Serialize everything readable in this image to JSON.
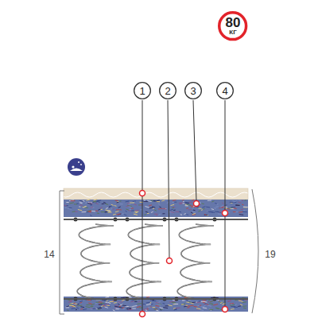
{
  "diagram": {
    "nodes": [
      {
        "text": [
          "80",
          "КГ"
        ]
      },
      {
        "text": [
          "1"
        ]
      },
      {
        "text": [
          "2"
        ]
      },
      {
        "text": [
          "3"
        ]
      },
      {
        "text": [
          "4"
        ]
      }
    ],
    "labels": [
      "14",
      "19"
    ]
  }
}
